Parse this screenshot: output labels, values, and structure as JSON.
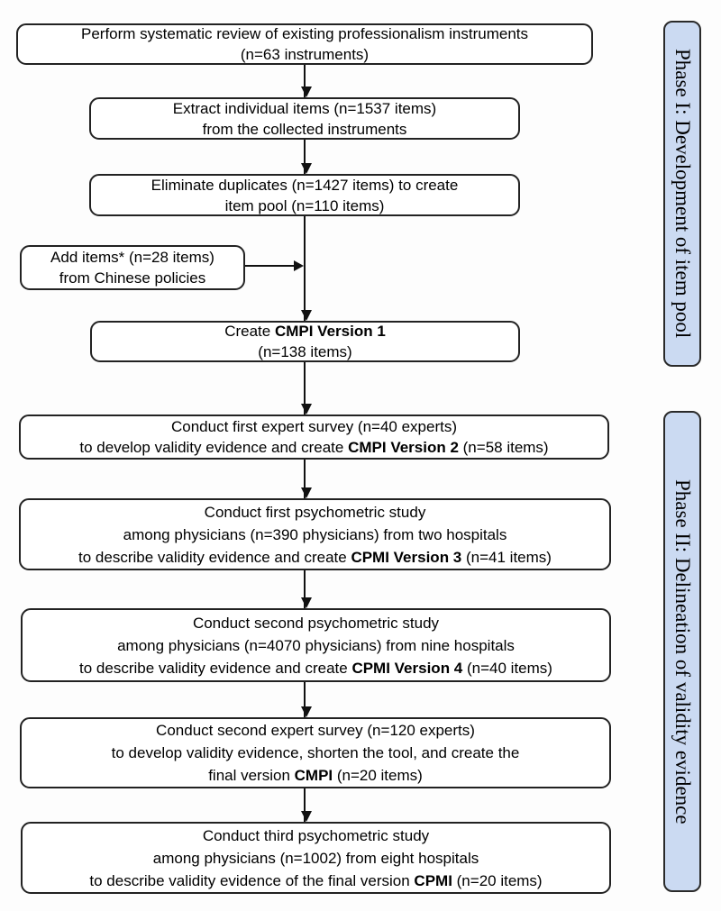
{
  "figure": {
    "type": "flowchart",
    "boxes": [
      {
        "name": "systematic-review",
        "lines": [
          {
            "pre": "Perform systematic review of existing professionalism instruments"
          },
          {
            "pre": "(n=63 instruments)"
          }
        ]
      },
      {
        "name": "extract-items",
        "lines": [
          {
            "pre": "Extract individual items (n=1537 items)"
          },
          {
            "pre": "from the collected instruments"
          }
        ]
      },
      {
        "name": "eliminate-duplicates",
        "lines": [
          {
            "pre": "Eliminate duplicates (n=1427 items) to create"
          },
          {
            "pre": "item pool (n=110 items)"
          }
        ]
      },
      {
        "name": "add-items",
        "lines": [
          {
            "pre": "Add items* (n=28 items)"
          },
          {
            "pre": "from Chinese policies"
          }
        ]
      },
      {
        "name": "create-version-1",
        "lines": [
          {
            "pre": "Create ",
            "bold": "CMPI Version 1"
          },
          {
            "pre": "(n=138 items)"
          }
        ]
      },
      {
        "name": "first-expert-survey",
        "lines": [
          {
            "pre": "Conduct first expert survey (n=40 experts)"
          },
          {
            "pre": "to develop validity evidence and create ",
            "bold": "CMPI Version 2",
            "post": " (n=58 items)"
          }
        ]
      },
      {
        "name": "first-psychometric-study",
        "lines": [
          {
            "pre": "Conduct first psychometric study"
          },
          {
            "pre": "among physicians (n=390 physicians) from two hospitals"
          },
          {
            "pre": "to describe validity evidence and create ",
            "bold": "CPMI Version 3",
            "post": " (n=41 items)"
          }
        ]
      },
      {
        "name": "second-psychometric-study",
        "lines": [
          {
            "pre": "Conduct second psychometric study"
          },
          {
            "pre": "among physicians (n=4070 physicians) from nine hospitals"
          },
          {
            "pre": "to describe validity evidence and create ",
            "bold": "CPMI Version 4",
            "post": " (n=40 items)"
          }
        ]
      },
      {
        "name": "second-expert-survey",
        "lines": [
          {
            "pre": "Conduct second expert survey (n=120 experts)"
          },
          {
            "pre": "to develop validity evidence, shorten the tool, and create the"
          },
          {
            "pre": "final version ",
            "bold": "CMPI",
            "post": " (n=20 items)"
          }
        ]
      },
      {
        "name": "third-psychometric-study",
        "lines": [
          {
            "pre": "Conduct third psychometric study"
          },
          {
            "pre": "among physicians (n=1002) from eight hospitals"
          },
          {
            "pre": "to describe validity evidence of the final version ",
            "bold": "CPMI",
            "post": " (n=20 items)"
          }
        ]
      }
    ],
    "phases": [
      {
        "label": "Phase I: Development of item pool"
      },
      {
        "label": "Phase II: Delineation of validity evidence"
      }
    ],
    "colors": {
      "phase_fill": "#cbdaf2",
      "box_border": "#222222",
      "arrow": "#111111",
      "text": "#000000",
      "background": "#ffffff"
    }
  }
}
